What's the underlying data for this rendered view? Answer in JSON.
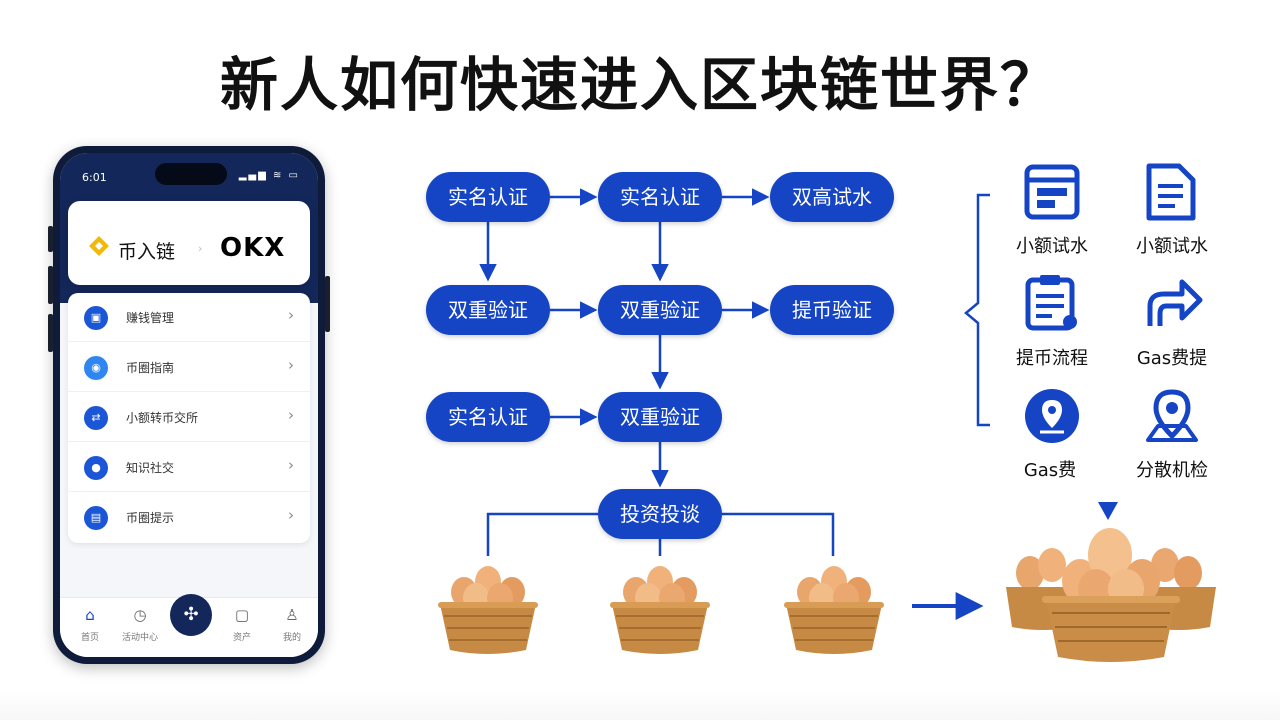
{
  "title": "新人如何快速进入区块链世界？",
  "phone": {
    "status_time": "6:01",
    "status_icons": "▂▄▆ ≋ ▭",
    "brand": {
      "name": "币入链",
      "separator": "›",
      "partner": "OKX"
    },
    "menu": [
      {
        "icon": "id-card",
        "label": "赚钱管理"
      },
      {
        "icon": "chat",
        "label": "币圈指南"
      },
      {
        "icon": "exchange",
        "label": "小额转币交所"
      },
      {
        "icon": "user",
        "label": "知识社交"
      },
      {
        "icon": "wallet",
        "label": "币圈提示"
      }
    ],
    "tabs": [
      {
        "icon": "home",
        "label": "首页"
      },
      {
        "icon": "clock",
        "label": "活动中心"
      },
      {
        "icon": "wallet",
        "label": "资产"
      },
      {
        "icon": "user",
        "label": "我的"
      }
    ]
  },
  "flow": {
    "row1": [
      "实名认证",
      "实名认证",
      "双高试水"
    ],
    "row2": [
      "双重验证",
      "双重验证",
      "提币验证"
    ],
    "row3": [
      "实名认证",
      "双重验证"
    ],
    "invest": "投资投谈"
  },
  "grid": [
    {
      "icon": "browser",
      "label": "小额试水"
    },
    {
      "icon": "document",
      "label": "小额试水"
    },
    {
      "icon": "clipboard",
      "label": "提币流程"
    },
    {
      "icon": "arrow-send",
      "label": "Gas费提"
    },
    {
      "icon": "location",
      "label": "Gas费"
    },
    {
      "icon": "map-pin",
      "label": "分散机检"
    }
  ],
  "colors": {
    "accent": "#1545c4",
    "phone_dark": "#13275a"
  }
}
